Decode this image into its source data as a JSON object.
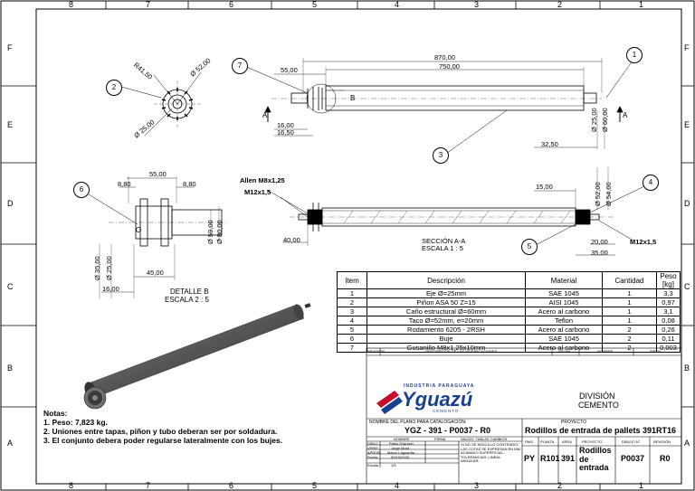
{
  "zones": {
    "columns": [
      "8",
      "7",
      "6",
      "5",
      "4",
      "3",
      "2",
      "1"
    ],
    "rows": [
      "F",
      "E",
      "D",
      "C",
      "B",
      "A"
    ]
  },
  "dims": {
    "d_r41": "R41,50",
    "d_52": "Ø 52,00",
    "d_25_left": "Ø 25,00",
    "d_870": "870,00",
    "d_750": "750,00",
    "d_55": "55,00",
    "d_16": "16,00",
    "d_16_5": "16,50",
    "d_32_5": "32,50",
    "d_25_right": "Ø 25,00",
    "d_60": "Ø 60,00",
    "section_letter": "A",
    "detail_letter": "B",
    "db_55": "55,00",
    "db_8_8a": "8,80",
    "db_8_8b": "8,80",
    "db_59": "Ø 59,00",
    "db_80": "Ø 80,00",
    "db_35": "Ø 35,00",
    "db_25": "Ø 25,00",
    "db_45": "45,00",
    "db_16": "16,00",
    "detail_title": "DETALLE B",
    "detail_scale": "ESCALA 2 : 5",
    "s_allen": "Allen M8x1,25",
    "s_m12_left": "M12x1,5",
    "s_40": "40,00",
    "s_15": "15,00",
    "s_52": "Ø 52,00",
    "s_54": "Ø 54,00",
    "s_20": "20,00",
    "s_35": "35,00",
    "s_m12_right": "M12x1,5",
    "section_title": "SECCIÓN A-A",
    "section_scale": "ESCALA 1 : 5"
  },
  "balloons": [
    "1",
    "2",
    "3",
    "4",
    "5",
    "6",
    "7"
  ],
  "bom": {
    "headers": [
      "Item",
      "Descripción",
      "Material",
      "Cantidad",
      "Peso [kg]"
    ],
    "rows": [
      [
        "1",
        "Eje Ø=25mm",
        "SAE 1045",
        "1",
        "3,3"
      ],
      [
        "2",
        "Piñon ASA 50 Z=15",
        "AISI 1045",
        "1",
        "0,97"
      ],
      [
        "3",
        "Caño estructural Ø=60mm",
        "Acero al carbono",
        "1",
        "3,1"
      ],
      [
        "4",
        "Taco Ø=52mm, e=20mm",
        "Teflon",
        "1",
        "0,08"
      ],
      [
        "5",
        "Rodamiento 6205 - 2RSH",
        "Acero al carbono",
        "2",
        "0,26"
      ],
      [
        "6",
        "Buje",
        "SAE 1045",
        "2",
        "0,11"
      ],
      [
        "7",
        "Gusanillo M8x1,25x10mm",
        "Acero al carbono",
        "2",
        "0,003"
      ]
    ]
  },
  "revisions": {
    "rev_col": "REVISIÓN",
    "desc_col": "DESCRIPCIÓN DE LAS MODIFICACIONES",
    "date_col": "FECHA",
    "name_col": "NOMBRE",
    "sign_col": "FIRMA"
  },
  "company": {
    "top_text": "INDUSTRIA PARAGUAYA",
    "name": "Yguazú",
    "sub_text": "CEMENTO",
    "division_1": "DIVISIÓN",
    "division_2": "CEMENTO"
  },
  "title_block": {
    "catalog_label": "NOMBRE DEL PLANO PARA CATALOGACIÓN:",
    "catalog_value": "YGZ - 391 - P0037 - R0",
    "project_label": "PROYECTO",
    "project_value": "Rodillos de entrada de pallets 391RT16",
    "people_headers": [
      "NOMBRE",
      "FIRMA"
    ],
    "people": [
      [
        "DIBUJ.",
        "Pablo Esquivel"
      ],
      [
        "VERIF.",
        "Jorge Mora"
      ],
      [
        "APROB.",
        "Marco Laguardia"
      ],
      [
        "Fecha",
        "09/10/2020"
      ],
      [
        "Escala",
        "1/5"
      ]
    ],
    "note_label": "VALIDO: TABLAS CAMBIOS",
    "note_text": "SI NO SE INDICA LO CONTRARIO: LAS COTAS SE EXPRESAN EN MM ACABADO SUPERFICIAL: TOLERANCIAS: LINEAL: ANGULAR:",
    "codes_headers": [
      "PAIS",
      "PLANTA",
      "AREA",
      "PROYECTO",
      "DIBUJO N°",
      "REVISIÓN"
    ],
    "codes": [
      "PY",
      "R101",
      "391",
      "Rodillos de entrada",
      "P0037",
      "R0"
    ]
  },
  "notes": {
    "title": "Notas:",
    "items": [
      "1.   Peso: 7,823 kg.",
      "2.   Uniones entre tapas, piñon y tubo deberan ser por soldadura.",
      "3.   El conjunto debera poder regularse lateralmente con los bujes."
    ]
  }
}
